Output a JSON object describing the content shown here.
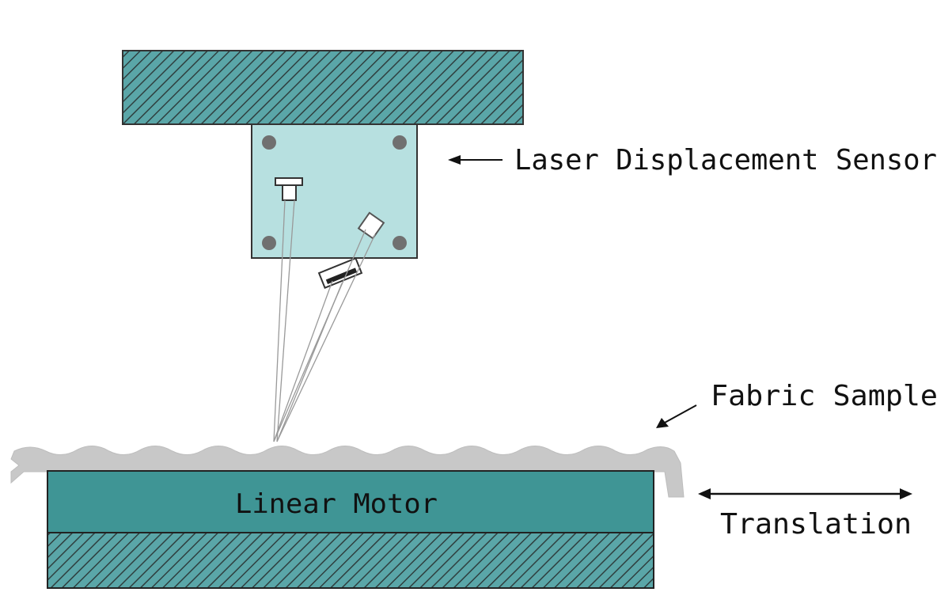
{
  "labels": {
    "sensor": "Laser Displacement Sensor",
    "fabric": "Fabric Sample",
    "motor": "Linear Motor",
    "translation": "Translation"
  },
  "colors": {
    "hatch_fill": "#5aa6a8",
    "hatch_line": "#2f3f3f",
    "sensor_body": "#b7e0e0",
    "bolt": "#707070",
    "fabric": "#c8c8c8",
    "motor": "#3f9595",
    "outline": "#333333"
  }
}
